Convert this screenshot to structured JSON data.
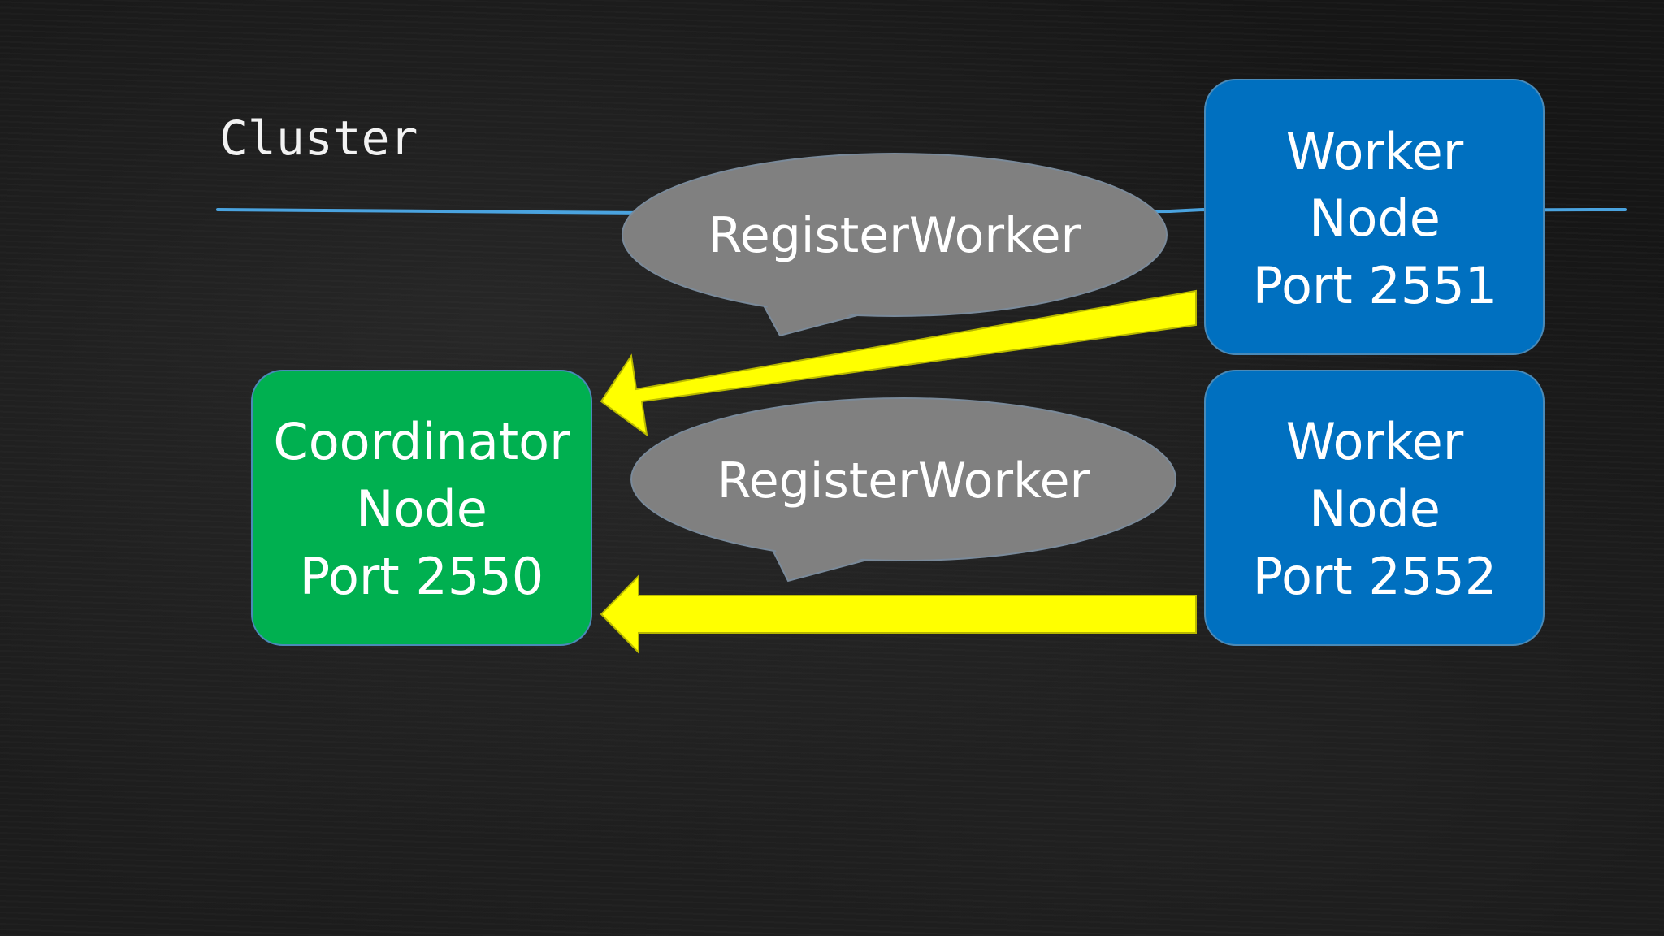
{
  "title": "Cluster",
  "colors": {
    "background": "#161616",
    "divider": "#4aa3df",
    "coordinator": "#00b050",
    "worker": "#0070c0",
    "bubble": "#808080",
    "arrow": "#ffff00",
    "text": "#ffffff"
  },
  "coordinator": {
    "line1": "Coordinator",
    "line2": "Node",
    "line3": "Port 2550"
  },
  "workers": [
    {
      "line1": "Worker",
      "line2": "Node",
      "line3": "Port 2551"
    },
    {
      "line1": "Worker",
      "line2": "Node",
      "line3": "Port 2552"
    }
  ],
  "messages": [
    {
      "label": "RegisterWorker"
    },
    {
      "label": "RegisterWorker"
    }
  ]
}
